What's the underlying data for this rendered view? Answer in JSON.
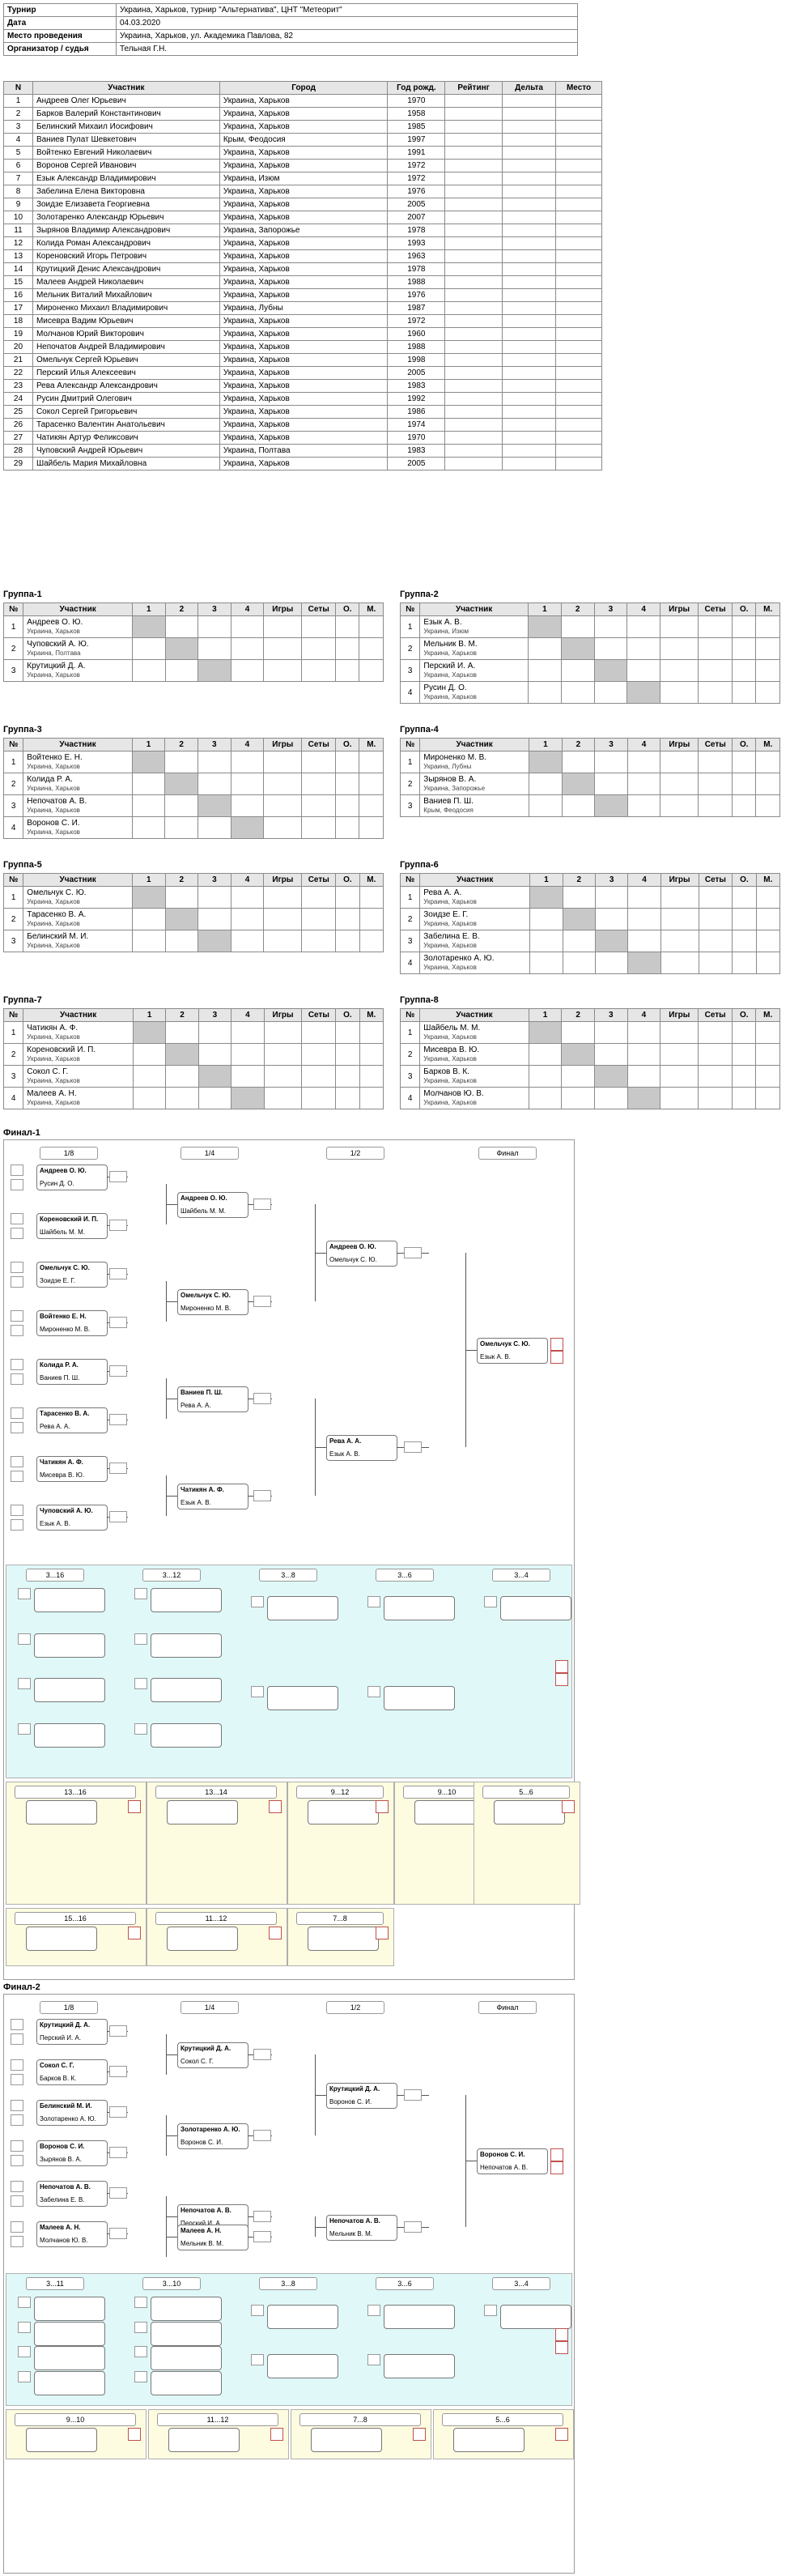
{
  "info": [
    {
      "label": "Турнир",
      "value": "Украина, Харьков, турнир \"Альтернатива\", ЦНТ \"Метеорит\""
    },
    {
      "label": "Дата",
      "value": "04.03.2020"
    },
    {
      "label": "Место проведения",
      "value": "Украина, Харьков, ул. Академика Павлова, 82"
    },
    {
      "label": "Организатор / судья",
      "value": "Тельная Г.Н."
    }
  ],
  "players_header": [
    "N",
    "Участник",
    "Город",
    "Год рожд.",
    "Рейтинг",
    "Дельта",
    "Место"
  ],
  "players": [
    [
      "1",
      "Андреев Олег Юрьевич",
      "Украина, Харьков",
      "1970",
      "",
      "",
      ""
    ],
    [
      "2",
      "Барков Валерий Константинович",
      "Украина, Харьков",
      "1958",
      "",
      "",
      ""
    ],
    [
      "3",
      "Белинский Михаил Иосифович",
      "Украина, Харьков",
      "1985",
      "",
      "",
      ""
    ],
    [
      "4",
      "Ваниев Пулат Шевкетович",
      "Крым, Феодосия",
      "1997",
      "",
      "",
      ""
    ],
    [
      "5",
      "Войтенко Евгений Николаевич",
      "Украина, Харьков",
      "1991",
      "",
      "",
      ""
    ],
    [
      "6",
      "Воронов Сергей Иванович",
      "Украина, Харьков",
      "1972",
      "",
      "",
      ""
    ],
    [
      "7",
      "Езык Александр Владимирович",
      "Украина, Изюм",
      "1972",
      "",
      "",
      ""
    ],
    [
      "8",
      "Забелина Елена Викторовна",
      "Украина, Харьков",
      "1976",
      "",
      "",
      ""
    ],
    [
      "9",
      "Зоидзе Елизавета Георгиевна",
      "Украина, Харьков",
      "2005",
      "",
      "",
      ""
    ],
    [
      "10",
      "Золотаренко Александр Юрьевич",
      "Украина, Харьков",
      "2007",
      "",
      "",
      ""
    ],
    [
      "11",
      "Зырянов Владимир Александрович",
      "Украина, Запорожье",
      "1978",
      "",
      "",
      ""
    ],
    [
      "12",
      "Колида Роман Александрович",
      "Украина, Харьков",
      "1993",
      "",
      "",
      ""
    ],
    [
      "13",
      "Кореновский Игорь Петрович",
      "Украина, Харьков",
      "1963",
      "",
      "",
      ""
    ],
    [
      "14",
      "Крутицкий Денис Александрович",
      "Украина, Харьков",
      "1978",
      "",
      "",
      ""
    ],
    [
      "15",
      "Малеев Андрей Николаевич",
      "Украина, Харьков",
      "1988",
      "",
      "",
      ""
    ],
    [
      "16",
      "Мельник Виталий Михайлович",
      "Украина, Харьков",
      "1976",
      "",
      "",
      ""
    ],
    [
      "17",
      "Мироненко Михаил Владимирович",
      "Украина, Лубны",
      "1987",
      "",
      "",
      ""
    ],
    [
      "18",
      "Мисевра Вадим Юрьевич",
      "Украина, Харьков",
      "1972",
      "",
      "",
      ""
    ],
    [
      "19",
      "Молчанов Юрий Викторович",
      "Украина, Харьков",
      "1960",
      "",
      "",
      ""
    ],
    [
      "20",
      "Непочатов Андрей Владимирович",
      "Украина, Харьков",
      "1988",
      "",
      "",
      ""
    ],
    [
      "21",
      "Омельчук Сергей Юрьевич",
      "Украина, Харьков",
      "1998",
      "",
      "",
      ""
    ],
    [
      "22",
      "Перский Илья Алексеевич",
      "Украина, Харьков",
      "2005",
      "",
      "",
      ""
    ],
    [
      "23",
      "Рева Александр Александрович",
      "Украина, Харьков",
      "1983",
      "",
      "",
      ""
    ],
    [
      "24",
      "Русин Дмитрий Олегович",
      "Украина, Харьков",
      "1992",
      "",
      "",
      ""
    ],
    [
      "25",
      "Сокол Сергей Григорьевич",
      "Украина, Харьков",
      "1986",
      "",
      "",
      ""
    ],
    [
      "26",
      "Тарасенко Валентин Анатольевич",
      "Украина, Харьков",
      "1974",
      "",
      "",
      ""
    ],
    [
      "27",
      "Чатикян Артур Феликсович",
      "Украина, Харьков",
      "1970",
      "",
      "",
      ""
    ],
    [
      "28",
      "Чуповский Андрей Юрьевич",
      "Украина, Полтава",
      "1983",
      "",
      "",
      ""
    ],
    [
      "29",
      "Шайбель Мария Михайловна",
      "Украина, Харьков",
      "2005",
      "",
      "",
      ""
    ]
  ],
  "group_header": [
    "№",
    "Участник",
    "1",
    "2",
    "3",
    "4",
    "Игры",
    "Сеты",
    "О.",
    "М."
  ],
  "groups": [
    {
      "title": "Группа-1",
      "rows": [
        {
          "name": "Андреев О. Ю.",
          "city": "Украина, Харьков",
          "rating": ""
        },
        {
          "name": "Чуповский А. Ю.",
          "city": "Украина, Полтава",
          "rating": ""
        },
        {
          "name": "Крутицкий Д. А.",
          "city": "Украина, Харьков",
          "rating": ""
        }
      ]
    },
    {
      "title": "Группа-2",
      "rows": [
        {
          "name": "Езык А. В.",
          "city": "Украина, Изюм",
          "rating": ""
        },
        {
          "name": "Мельник В. М.",
          "city": "Украина, Харьков",
          "rating": ""
        },
        {
          "name": "Перский И. А.",
          "city": "Украина, Харьков",
          "rating": ""
        },
        {
          "name": "Русин Д. О.",
          "city": "Украина, Харьков",
          "rating": ""
        }
      ]
    },
    {
      "title": "Группа-3",
      "rows": [
        {
          "name": "Войтенко Е. Н.",
          "city": "Украина, Харьков",
          "rating": ""
        },
        {
          "name": "Колида Р. А.",
          "city": "Украина, Харьков",
          "rating": ""
        },
        {
          "name": "Непочатов А. В.",
          "city": "Украина, Харьков",
          "rating": ""
        },
        {
          "name": "Воронов С. И.",
          "city": "Украина, Харьков",
          "rating": ""
        }
      ]
    },
    {
      "title": "Группа-4",
      "rows": [
        {
          "name": "Мироненко М. В.",
          "city": "Украина, Лубны",
          "rating": ""
        },
        {
          "name": "Зырянов В. А.",
          "city": "Украина, Запорожье",
          "rating": ""
        },
        {
          "name": "Ваниев П. Ш.",
          "city": "Крым, Феодосия",
          "rating": ""
        }
      ]
    },
    {
      "title": "Группа-5",
      "rows": [
        {
          "name": "Омельчук С. Ю.",
          "city": "Украина, Харьков",
          "rating": ""
        },
        {
          "name": "Тарасенко В. А.",
          "city": "Украина, Харьков",
          "rating": ""
        },
        {
          "name": "Белинский М. И.",
          "city": "Украина, Харьков",
          "rating": ""
        }
      ]
    },
    {
      "title": "Группа-6",
      "rows": [
        {
          "name": "Рева А. А.",
          "city": "Украина, Харьков",
          "rating": ""
        },
        {
          "name": "Зоидзе Е. Г.",
          "city": "Украина, Харьков",
          "rating": ""
        },
        {
          "name": "Забелина Е. В.",
          "city": "Украина, Харьков",
          "rating": ""
        },
        {
          "name": "Золотаренко А. Ю.",
          "city": "Украина, Харьков",
          "rating": ""
        }
      ]
    },
    {
      "title": "Группа-7",
      "rows": [
        {
          "name": "Чатикян А. Ф.",
          "city": "Украина, Харьков",
          "rating": ""
        },
        {
          "name": "Кореновский И. П.",
          "city": "Украина, Харьков",
          "rating": ""
        },
        {
          "name": "Сокол С. Г.",
          "city": "Украина, Харьков",
          "rating": ""
        },
        {
          "name": "Малеев А. Н.",
          "city": "Украина, Харьков",
          "rating": ""
        }
      ]
    },
    {
      "title": "Группа-8",
      "rows": [
        {
          "name": "Шайбель М. М.",
          "city": "Украина, Харьков",
          "rating": ""
        },
        {
          "name": "Мисевра В. Ю.",
          "city": "Украина, Харьков",
          "rating": ""
        },
        {
          "name": "Барков В. К.",
          "city": "Украина, Харьков",
          "rating": ""
        },
        {
          "name": "Молчанов Ю. В.",
          "city": "Украина, Харьков",
          "rating": ""
        }
      ]
    }
  ],
  "finals": [
    {
      "title": "Финал-1",
      "rounds": [
        "1/8",
        "1/4",
        "1/2",
        "Финал"
      ],
      "r1": [
        {
          "p1": "Андреев О. Ю.",
          "p2": "Русин Д. О.",
          "score": ""
        },
        {
          "p1": "Кореновский И. П.",
          "p2": "Шайбель М. М.",
          "score": ""
        },
        {
          "p1": "Омельчук С. Ю.",
          "p2": "Зоидзе Е. Г.",
          "score": ""
        },
        {
          "p1": "Войтенко Е. Н.",
          "p2": "Мироненко М. В.",
          "score": ""
        },
        {
          "p1": "Колида Р. А.",
          "p2": "Ваниев П. Ш.",
          "score": ""
        },
        {
          "p1": "Тарасенко В. А.",
          "p2": "Рева А. А.",
          "score": ""
        },
        {
          "p1": "Чатикян А. Ф.",
          "p2": "Мисевра В. Ю.",
          "score": ""
        },
        {
          "p1": "Чуповский А. Ю.",
          "p2": "Езык А. В.",
          "score": ""
        }
      ],
      "r2": [
        {
          "p1": "Андреев О. Ю.",
          "p2": "Шайбель М. М.",
          "score": ""
        },
        {
          "p1": "Омельчук С. Ю.",
          "p2": "Мироненко М. В.",
          "score": ""
        },
        {
          "p1": "Ваниев П. Ш.",
          "p2": "Рева А. А.",
          "score": ""
        },
        {
          "p1": "Чатикян А. Ф.",
          "p2": "Езык А. В.",
          "score": ""
        }
      ],
      "r3": [
        {
          "p1": "Андреев О. Ю.",
          "p2": "Омельчук С. Ю.",
          "score": ""
        },
        {
          "p1": "Рева А. А.",
          "p2": "Езык А. В.",
          "score": ""
        }
      ],
      "r4": [
        {
          "p1": "Омельчук С. Ю.",
          "p2": "Езык А. В.",
          "score": ""
        }
      ],
      "cons_rounds": [
        "3...16",
        "3...12",
        "3...8",
        "3...6",
        "3...4"
      ],
      "low_rounds": [
        "13...16",
        "13...14",
        "9...12",
        "9...10",
        "5...6",
        "15...16",
        "11...12",
        "7...8"
      ],
      "places": [
        "",
        "",
        "",
        "",
        "",
        "",
        "",
        "",
        "",
        "",
        "",
        "",
        "",
        "",
        ""
      ]
    },
    {
      "title": "Финал-2",
      "rounds": [
        "1/8",
        "1/4",
        "1/2",
        "Финал"
      ],
      "r1": [
        {
          "p1": "Крутицкий Д. А.",
          "p2": "Перский И. А.",
          "score": ""
        },
        {
          "p1": "Сокол С. Г.",
          "p2": "Барков В. К.",
          "score": ""
        },
        {
          "p1": "Белинский М. И.",
          "p2": "Золотаренко А. Ю.",
          "score": ""
        },
        {
          "p1": "Воронов С. И.",
          "p2": "Зырянов В. А.",
          "score": ""
        },
        {
          "p1": "Непочатов А. В.",
          "p2": "Забелина Е. В.",
          "score": ""
        },
        {
          "p1": "Малеев А. Н.",
          "p2": "Молчанов Ю. В.",
          "score": ""
        }
      ],
      "r2": [
        {
          "p1": "Крутицкий Д. А.",
          "p2": "Сокол С. Г.",
          "score": ""
        },
        {
          "p1": "Золотаренко А. Ю.",
          "p2": "Воронов С. И.",
          "score": ""
        },
        {
          "p1": "Непочатов А. В.",
          "p2": "Перский И. А.",
          "score": ""
        },
        {
          "p1": "Малеев А. Н.",
          "p2": "Мельник В. М.",
          "score": ""
        }
      ],
      "r3": [
        {
          "p1": "Крутицкий Д. А.",
          "p2": "Воронов С. И.",
          "score": ""
        },
        {
          "p1": "Непочатов А. В.",
          "p2": "Мельник В. М.",
          "score": ""
        }
      ],
      "r4": [
        {
          "p1": "Воронов С. И.",
          "p2": "Непочатов А. В.",
          "score": ""
        }
      ],
      "cons_rounds": [
        "3...11",
        "3...10",
        "3...8",
        "3...6",
        "3...4"
      ],
      "low_rounds": [
        "9...10",
        "11...12",
        "7...8",
        "5...6"
      ],
      "places": [
        "",
        "",
        "",
        "",
        "",
        "",
        "",
        "",
        "",
        "",
        "",
        ""
      ]
    }
  ]
}
